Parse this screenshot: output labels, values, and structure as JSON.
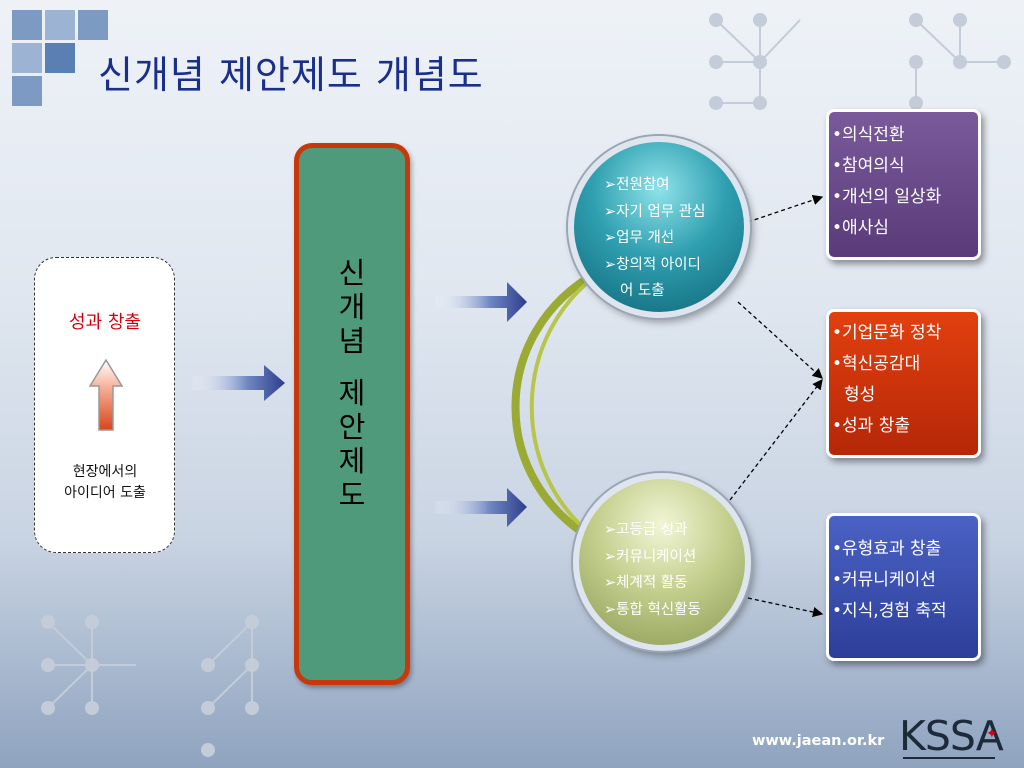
{
  "title": "신개념 제안제도 개념도",
  "left_box": {
    "result_label": "성과 창출",
    "source_lines": [
      "현장에서의",
      "아이디어 도출"
    ]
  },
  "center": {
    "label_lines": [
      "신",
      "개",
      "념",
      "",
      "제",
      "안",
      "제",
      "도"
    ]
  },
  "circle_top": {
    "items": [
      {
        "text": "전원참여"
      },
      {
        "text": "자기 업무 관심"
      },
      {
        "text": "업무 개선"
      },
      {
        "text": "창의적 아이디",
        "cont": "어 도출"
      }
    ]
  },
  "circle_bottom": {
    "items": [
      {
        "text": "고등급 성과"
      },
      {
        "text": "커뮤니케이션"
      },
      {
        "text": "체계적 활동"
      },
      {
        "text": "통합 혁신활동"
      }
    ]
  },
  "results": [
    {
      "color": "#5a3b7a",
      "items": [
        {
          "text": "의식전환"
        },
        {
          "text": "참여의식"
        },
        {
          "text": "개선의 일상화"
        },
        {
          "text": "애사심"
        }
      ]
    },
    {
      "color": "#c2320b",
      "items": [
        {
          "text": "기업문화 정착"
        },
        {
          "text": "혁신공감대",
          "cont": "형성"
        },
        {
          "text": "성과 창출"
        }
      ]
    },
    {
      "color": "#3a4fb0",
      "items": [
        {
          "text": "유형효과 창출"
        },
        {
          "text": "커뮤니케이션"
        },
        {
          "text": "지식,경험 축적"
        }
      ]
    }
  ],
  "footer": {
    "website": "www.jaean.or.kr",
    "logo": "KSSA"
  },
  "colors": {
    "title": "#1a2e8c",
    "accent_red": "#d4000e",
    "center_fill": "#4f9a7a",
    "center_border": "#c8380d",
    "arrow": "#2d3e8c"
  }
}
